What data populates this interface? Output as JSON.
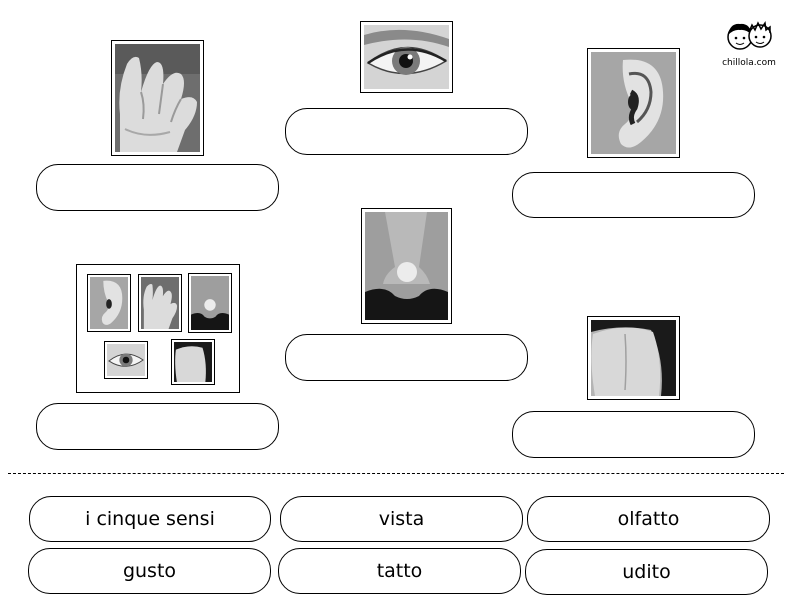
{
  "logo": {
    "text": "chillola.com"
  },
  "pictures": [
    {
      "id": "hand",
      "icon": "hand-icon"
    },
    {
      "id": "eye",
      "icon": "eye-icon"
    },
    {
      "id": "ear",
      "icon": "ear-icon"
    },
    {
      "id": "nose",
      "icon": "nose-icon"
    },
    {
      "id": "tongue",
      "icon": "tongue-icon"
    },
    {
      "id": "collage",
      "icon": "five-senses-collage-icon"
    }
  ],
  "word_bank": {
    "row1": [
      "i cinque sensi",
      "vista",
      "olfatto"
    ],
    "row2": [
      "gusto",
      "tatto",
      "udito"
    ]
  }
}
